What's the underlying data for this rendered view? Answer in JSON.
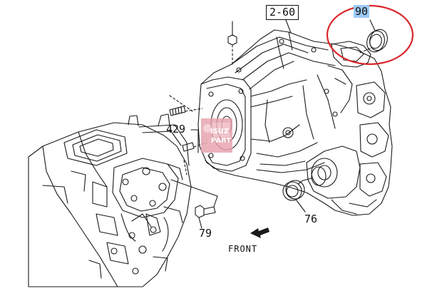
{
  "callouts": {
    "box_ref": "2-60",
    "seal_top": "90",
    "stud": "429",
    "bolt": "79",
    "seal_lower": "76"
  },
  "direction": {
    "label": "FRONT"
  },
  "watermark": {
    "line1": "ISUZ",
    "line2": "PART"
  },
  "colors": {
    "highlight_circle": "#d9262b",
    "label_highlight": "#9cc9f5",
    "watermark": "#e7a2ad",
    "line": "#1a1a1a"
  }
}
